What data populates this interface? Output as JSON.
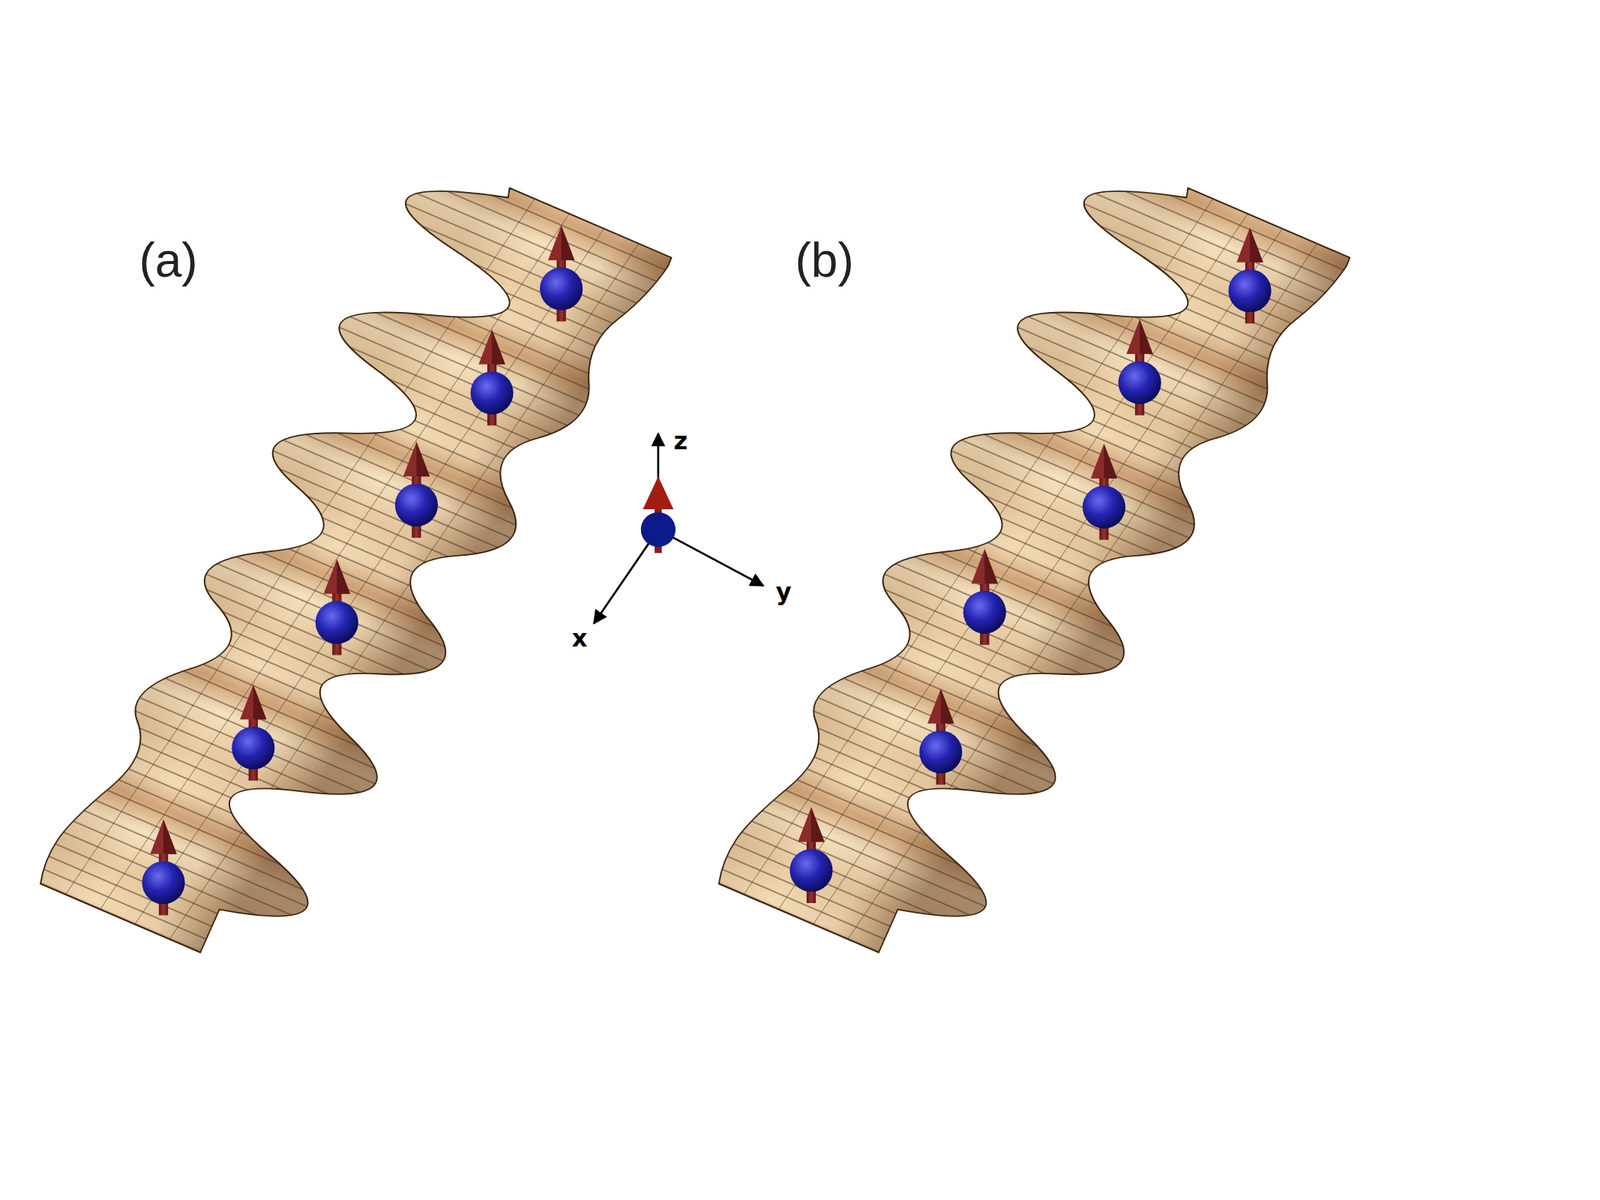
{
  "diagram": {
    "labels": [
      "(a)",
      "(b)",
      "z",
      "y",
      "x"
    ]
  }
}
